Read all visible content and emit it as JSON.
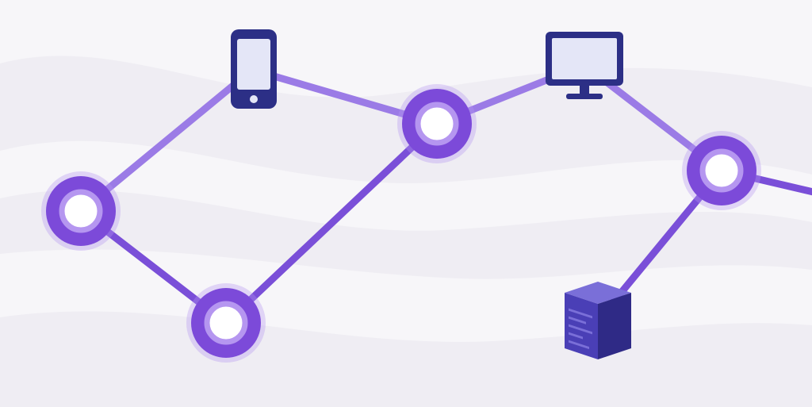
{
  "colors": {
    "background": "#f7f6f9",
    "wave": "#ecebf1",
    "link_light": "#9b7be6",
    "link_dark": "#7a4fd8",
    "node_ring": "#7c4ad9",
    "node_halo": "#b596f0",
    "node_center": "#ffffff",
    "device_dark": "#2c2f86",
    "device_screen": "#e4e6f7",
    "server_front": "#4a3fb6",
    "server_side": "#2f2a86",
    "server_top": "#7a6fd8"
  },
  "diagram": {
    "type": "network-topology",
    "nodes": [
      {
        "id": "node-left",
        "kind": "hub"
      },
      {
        "id": "node-bottom",
        "kind": "hub"
      },
      {
        "id": "node-middle",
        "kind": "hub"
      },
      {
        "id": "node-right",
        "kind": "hub"
      },
      {
        "id": "device-phone",
        "kind": "device",
        "icon": "smartphone-icon"
      },
      {
        "id": "device-monitor",
        "kind": "device",
        "icon": "monitor-icon"
      },
      {
        "id": "device-server",
        "kind": "device",
        "icon": "server-icon"
      }
    ],
    "links": [
      {
        "from": "node-left",
        "to": "device-phone"
      },
      {
        "from": "device-phone",
        "to": "node-middle"
      },
      {
        "from": "node-middle",
        "to": "device-monitor"
      },
      {
        "from": "device-monitor",
        "to": "node-right"
      },
      {
        "from": "node-right",
        "to": "edge-right"
      },
      {
        "from": "node-left",
        "to": "node-bottom"
      },
      {
        "from": "node-bottom",
        "to": "node-middle"
      },
      {
        "from": "node-right",
        "to": "device-server"
      }
    ]
  }
}
